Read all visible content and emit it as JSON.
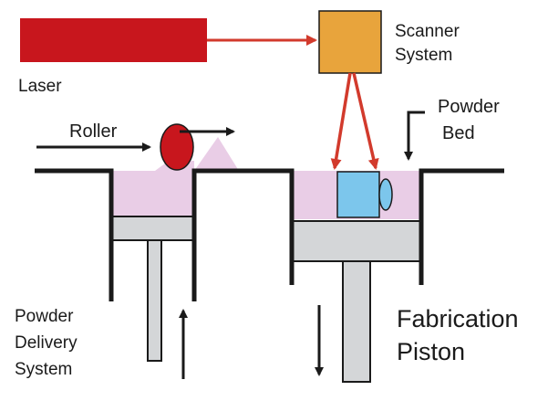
{
  "labels": {
    "laser": "Laser",
    "scanner_line1": "Scanner",
    "scanner_line2": "System",
    "roller": "Roller",
    "powder_bed_line1": "Powder",
    "powder_bed_line2": "Bed",
    "powder_delivery_line1": "Powder",
    "powder_delivery_line2": "Delivery",
    "powder_delivery_line3": "System",
    "fabrication_line1": "Fabrication",
    "fabrication_line2": "Piston"
  },
  "colors": {
    "laser": "#c8161d",
    "laser_beam": "#d23a2c",
    "scanner": "#e8a43c",
    "powder": "#e9cde6",
    "part": "#7cc6ec",
    "piston": "#d4d6d8",
    "roller": "#c8161d",
    "line": "#1a1a1a"
  }
}
